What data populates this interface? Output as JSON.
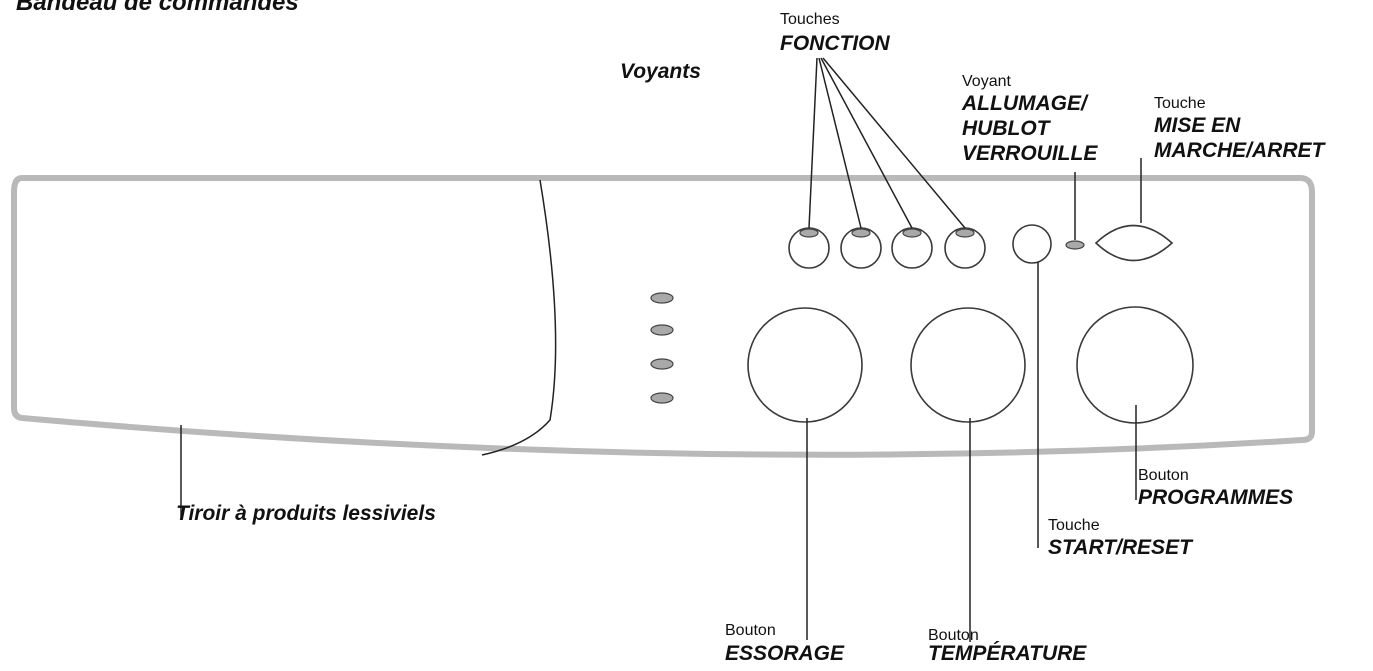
{
  "title": "Bandeau de commandes",
  "colors": {
    "panel_stroke": "#b9b9b9",
    "ink": "#222222",
    "led_fill": "#a9a9a9"
  },
  "labels": {
    "voyants": "Voyants",
    "touches_small": "Touches",
    "fonction": "FONCTION",
    "voyant_small": "Voyant",
    "allumage_1": "ALLUMAGE/",
    "allumage_2": "HUBLOT",
    "allumage_3": "VERROUILLE",
    "touche_mise_small": "Touche",
    "mise_1": "MISE EN",
    "mise_2": "MARCHE/ARRET",
    "tiroir": "Tiroir à produits lessiviels",
    "bouton_prog_small": "Bouton",
    "programmes": "PROGRAMMES",
    "touche_start_small": "Touche",
    "start_reset": "START/RESET",
    "bouton_ess_small": "Bouton",
    "essorage": "ESSORAGE",
    "bouton_temp_small": "Bouton",
    "temperature": "TEMPÉRATURE"
  }
}
